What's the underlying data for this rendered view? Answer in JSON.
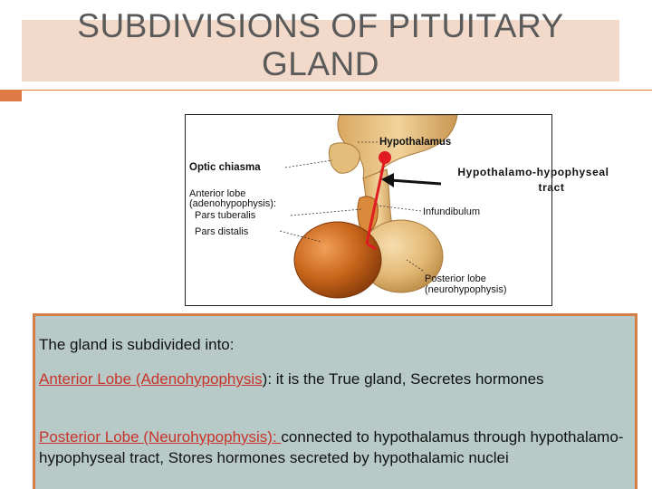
{
  "slide": {
    "title_line1": "SUBDIVISIONS OF PITUITARY",
    "title_line2": "GLAND"
  },
  "figure": {
    "labels": {
      "hypothalamus": "Hypothalamus",
      "optic_chiasma": "Optic chiasma",
      "anterior_lobe_1": "Anterior lobe",
      "anterior_lobe_2": "(adenohypophysis):",
      "pars_tuberalis": "Pars tuberalis",
      "pars_distalis": "Pars distalis",
      "infundibulum": "Infundibulum",
      "posterior_lobe_1": "Posterior lobe",
      "posterior_lobe_2": "(neurohypophysis)"
    },
    "callout_line1": "Hypothalamo-hypophyseal",
    "callout_line2": "tract",
    "colors": {
      "brain_tissue": "#e9c27c",
      "anterior_lobe": "#c9661b",
      "tract": "#e11b22"
    }
  },
  "content": {
    "intro": "The gland is subdivided into:",
    "anterior_term": "Anterior Lobe (Adenohypophysis",
    "anterior_rest": "):  it is the True gland, Secretes hormones",
    "posterior_term": "Posterior Lobe (Neurohypophysis): ",
    "posterior_rest": "connected to hypothalamus through hypothalamo-hypophyseal tract, Stores hormones secreted by hypothalamic nuclei"
  }
}
